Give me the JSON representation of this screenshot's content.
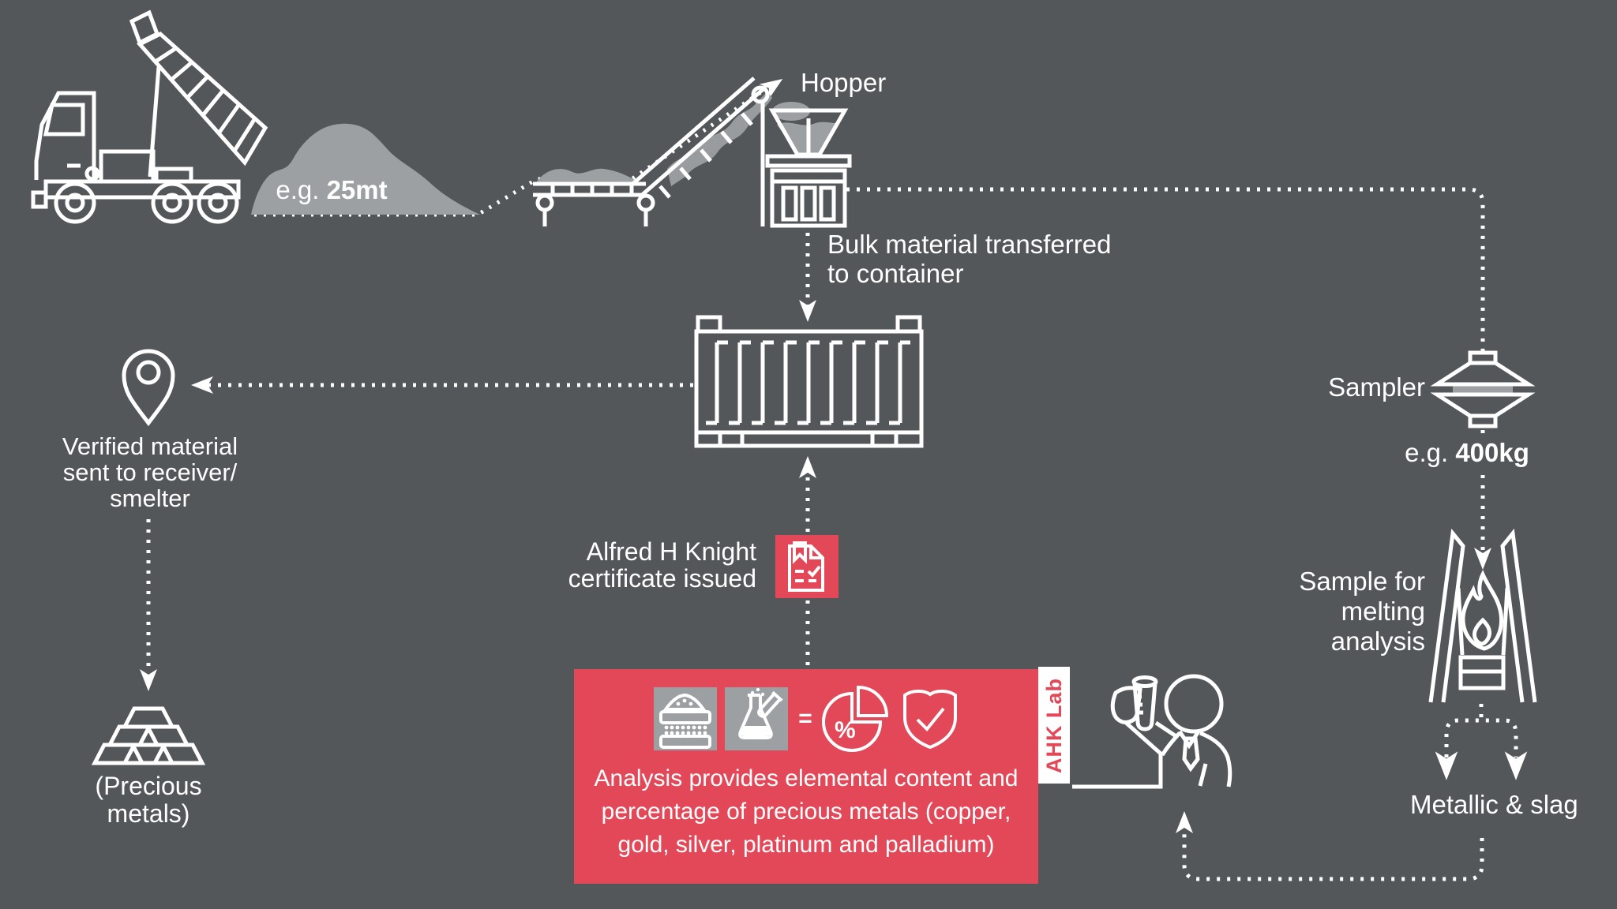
{
  "colors": {
    "background": "#54575A",
    "ink": "#FFFFFF",
    "accent_red": "#E24857",
    "muted_gray": "#9DA0A2"
  },
  "flow": {
    "truck_load": {
      "prefix": "e.g. ",
      "value": "25mt"
    },
    "hopper": {
      "label": "Hopper"
    },
    "transfer": {
      "line1": "Bulk material transferred",
      "line2": "to container"
    },
    "sampler": {
      "label": "Sampler",
      "weight_prefix": "e.g. ",
      "weight_value": "400kg"
    },
    "melting": {
      "line1": "Sample for",
      "line2": "melting",
      "line3": "analysis"
    },
    "split": {
      "label": "Metallic & slag"
    },
    "lab": {
      "label": "AHK Lab"
    },
    "certificate": {
      "line1": "Alfred H Knight",
      "line2": "certificate issued"
    },
    "analysis_box": {
      "equals": "=",
      "percent": "%",
      "line1": "Analysis provides elemental content and",
      "line2": "percentage of precious metals (copper,",
      "line3": "gold, silver, platinum and palladium)"
    },
    "verified": {
      "line1": "Verified material",
      "line2": "sent to receiver/",
      "line3": "smelter"
    },
    "precious": {
      "line1": "(Precious",
      "line2": "metals)"
    }
  },
  "icons": {
    "names": [
      "dump-truck-icon",
      "material-pile",
      "conveyor-icon",
      "hopper-icon",
      "container-icon",
      "location-pin-icon",
      "gold-bars-icon",
      "sampler-icon",
      "furnace-icon",
      "lab-person-icon",
      "certificate-icon",
      "sieve-sample-icon",
      "flask-test-tube-icon",
      "pie-percent-icon",
      "shield-check-icon"
    ]
  }
}
